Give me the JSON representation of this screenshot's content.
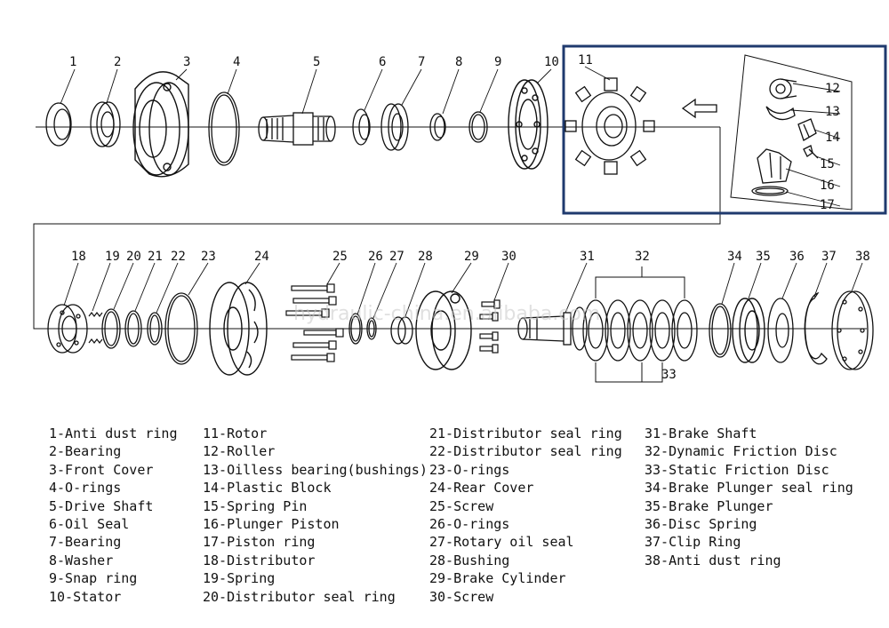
{
  "watermark": "hydraulic-china.en.alibaba.com",
  "callouts": [
    "1",
    "2",
    "3",
    "4",
    "5",
    "6",
    "7",
    "8",
    "9",
    "10",
    "11",
    "12",
    "13",
    "14",
    "15",
    "16",
    "17",
    "18",
    "19",
    "20",
    "21",
    "22",
    "23",
    "24",
    "25",
    "26",
    "27",
    "28",
    "29",
    "30",
    "31",
    "32",
    "33",
    "34",
    "35",
    "36",
    "37",
    "38"
  ],
  "legend": {
    "col1": [
      "1-Anti dust ring",
      "2-Bearing",
      "3-Front Cover",
      "4-O-rings",
      "5-Drive Shaft",
      "6-Oil Seal",
      "7-Bearing",
      "8-Washer",
      "9-Snap ring",
      "10-Stator"
    ],
    "col2": [
      "11-Rotor",
      "12-Roller",
      "13-Oilless bearing(bushings)",
      "14-Plastic Block",
      "15-Spring Pin",
      "16-Plunger Piston",
      "17-Piston ring",
      "18-Distributor",
      "19-Spring",
      "20-Distributor seal ring"
    ],
    "col3": [
      "21-Distributor seal ring",
      "22-Distributor seal ring",
      "23-O-rings",
      "24-Rear Cover",
      "25-Screw",
      "26-O-rings",
      "27-Rotary oil seal",
      "28-Bushing",
      "29-Brake Cylinder",
      "30-Screw"
    ],
    "col4": [
      "31-Brake Shaft",
      "32-Dynamic Friction Disc",
      "33-Static Friction Disc",
      "34-Brake Plunger seal ring",
      "35-Brake Plunger",
      "36-Disc Spring",
      "37-Clip Ring",
      "38-Anti dust ring"
    ]
  },
  "colors": {
    "ink": "#111111",
    "highlight_box": "#1f3a6e",
    "watermark": "#c8c8c8"
  }
}
